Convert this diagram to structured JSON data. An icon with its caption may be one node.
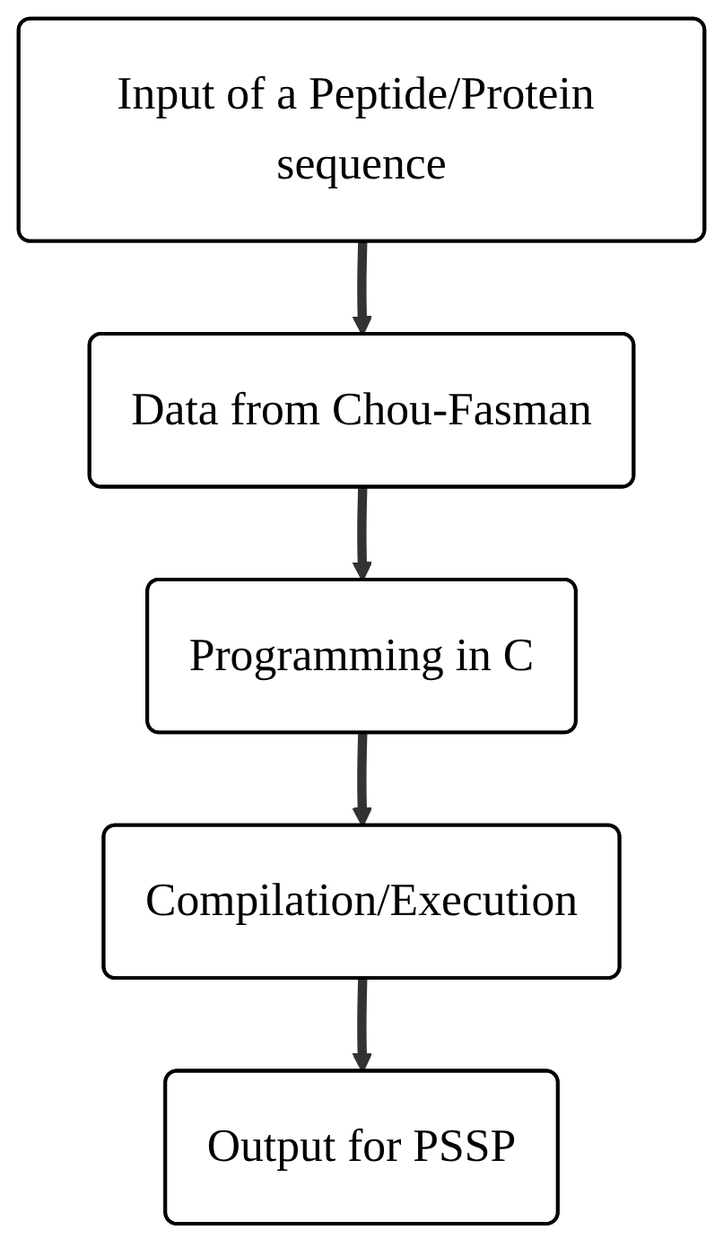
{
  "diagram": {
    "nodes": [
      {
        "text": [
          "Input of a Peptide/Protein sequence"
        ]
      },
      {
        "text": [
          "Data from Chou-Fasman"
        ]
      },
      {
        "text": [
          "Programming in C"
        ]
      },
      {
        "text": [
          "Compilation/Execution"
        ]
      },
      {
        "text": [
          "Output for PSSP"
        ]
      }
    ],
    "edges": [
      {
        "from": 0,
        "to": 1,
        "arrow": "to"
      },
      {
        "from": 1,
        "to": 2,
        "arrow": "to"
      },
      {
        "from": 2,
        "to": 3,
        "arrow": "to"
      },
      {
        "from": 3,
        "to": 4,
        "arrow": "to"
      }
    ]
  }
}
